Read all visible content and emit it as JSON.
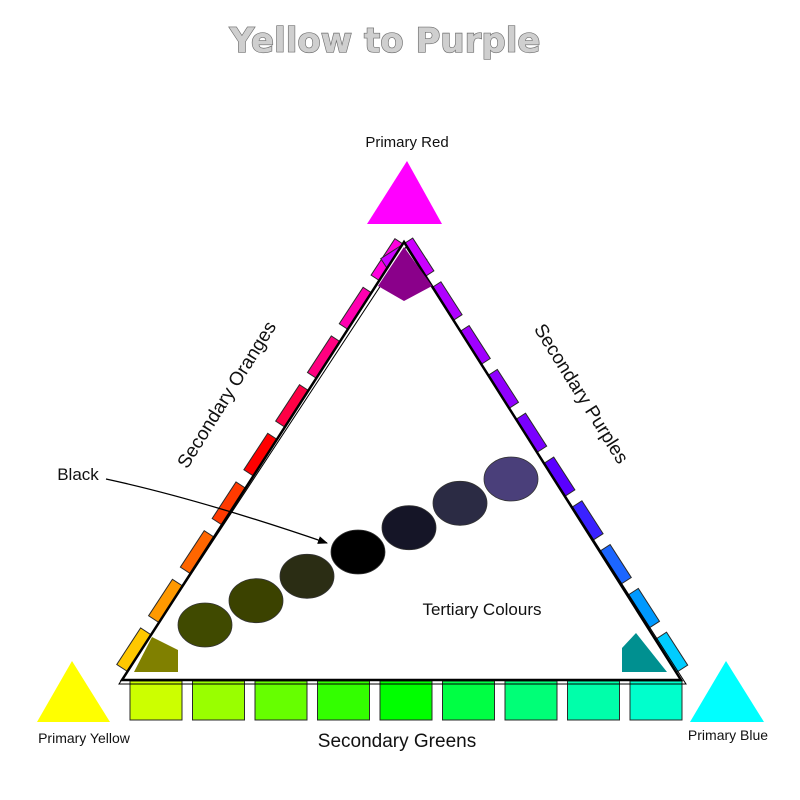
{
  "title": "Yellow to Purple",
  "labels": {
    "primary_red": "Primary Red",
    "primary_yellow": "Primary Yellow",
    "primary_blue": "Primary Blue",
    "secondary_oranges": "Secondary Oranges",
    "secondary_purples": "Secondary Purples",
    "secondary_greens": "Secondary Greens",
    "tertiary_colours": "Tertiary Colours",
    "black": "Black"
  },
  "colors": {
    "primary_red": "#ff00ff",
    "primary_yellow": "#ffff00",
    "primary_blue": "#00ffff",
    "oranges": [
      "#ff00dd",
      "#ff00b0",
      "#ff0080",
      "#ff0045",
      "#ff0000",
      "#ff3a00",
      "#ff6600",
      "#ff9900",
      "#ffc800"
    ],
    "purples": [
      "#cc00ff",
      "#b000ff",
      "#a000ff",
      "#9000ff",
      "#7a00ff",
      "#5a00ff",
      "#3a22ff",
      "#1c66ff",
      "#0099ff",
      "#00ccff"
    ],
    "greens": [
      "#ccff00",
      "#99ff00",
      "#66ff00",
      "#33ff00",
      "#00ff00",
      "#00ff44",
      "#00ff77",
      "#00ffaa",
      "#00ffcc"
    ],
    "tertiary": [
      "#404a00",
      "#3b4200",
      "#2b2d14",
      "#000000",
      "#151527",
      "#2b2b44",
      "#4a3f7a"
    ],
    "corner_top": "#8a008a",
    "corner_left": "#808000",
    "corner_right": "#009090"
  }
}
